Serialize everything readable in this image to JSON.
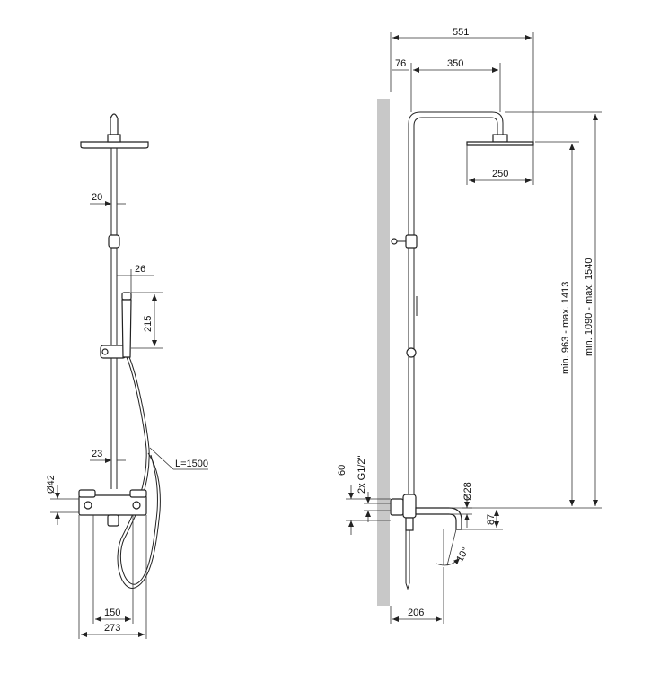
{
  "front_view": {
    "dim_head_bar": "20",
    "dim_handshower_offset": "26",
    "dim_handshower_length": "215",
    "dim_lower_bar": "23",
    "hose_length": "L=1500",
    "dim_body_diameter": "Ø42",
    "dim_inlet_spacing": "150",
    "dim_body_width": "273"
  },
  "side_view": {
    "dim_total_projection": "551",
    "dim_wall_gap": "76",
    "dim_arm_length": "350",
    "dim_head_diameter": "250",
    "dim_height_range_head": "min. 963 - max. 1413",
    "dim_height_range_total": "min. 1090 - max. 1540",
    "dim_inlet_height": "60",
    "dim_connection": "2x G1/2\"",
    "dim_spout_diameter": "Ø28",
    "dim_spout_height": "87",
    "dim_spout_angle": "10°",
    "dim_spout_projection": "206"
  }
}
